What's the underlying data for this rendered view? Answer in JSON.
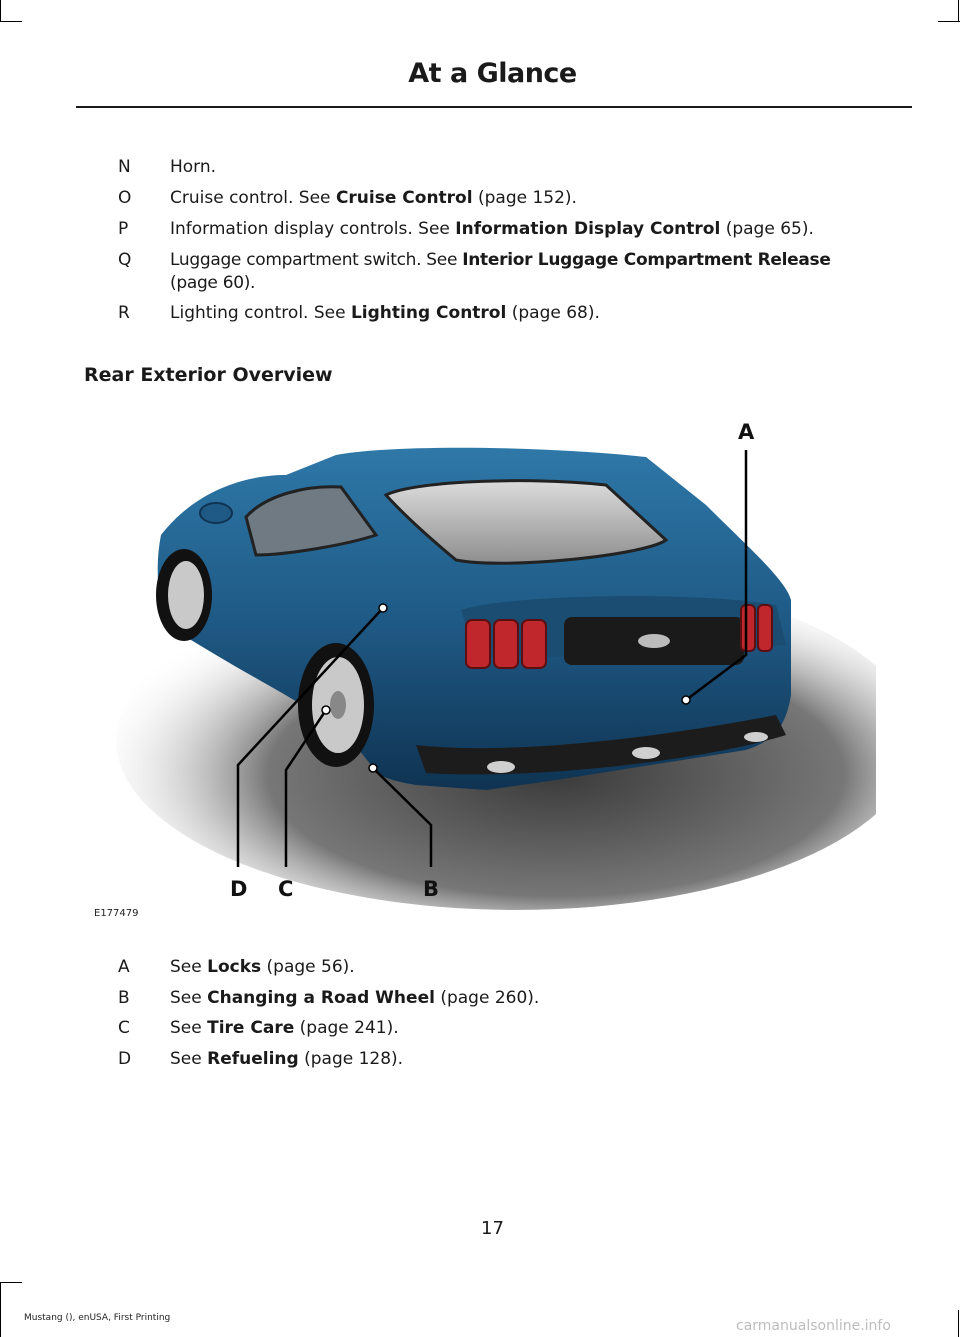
{
  "header": {
    "title": "At a Glance"
  },
  "items_top": [
    {
      "key": "N",
      "pre": "Horn.",
      "link": "",
      "post": ""
    },
    {
      "key": "O",
      "pre": "Cruise control.  See ",
      "link": "Cruise Control",
      "post": " (page 152)."
    },
    {
      "key": "P",
      "pre": "Information display controls.  See ",
      "link": "Information Display Control",
      "post": " (page 65)."
    },
    {
      "key": "Q",
      "pre": "Luggage compartment switch. See ",
      "link": "Interior Luggage Compartment Release",
      "post": "",
      "line2": "(page 60)."
    },
    {
      "key": "R",
      "pre": "Lighting control.  See ",
      "link": "Lighting Control",
      "post": " (page 68)."
    }
  ],
  "section": {
    "title": "Rear Exterior Overview"
  },
  "figure": {
    "code": "E177479",
    "callouts": [
      "A",
      "B",
      "C",
      "D"
    ],
    "colors": {
      "car_body": "#1f5a86",
      "car_dark": "#0f3352",
      "taillight": "#c0272d",
      "callout_line": "#000000"
    }
  },
  "items_bottom": [
    {
      "key": "A",
      "pre": "See ",
      "link": "Locks",
      "post": " (page 56)."
    },
    {
      "key": "B",
      "pre": "See ",
      "link": "Changing a Road Wheel",
      "post": " (page 260)."
    },
    {
      "key": "C",
      "pre": "See ",
      "link": "Tire Care",
      "post": " (page 241)."
    },
    {
      "key": "D",
      "pre": "See ",
      "link": "Refueling",
      "post": " (page 128)."
    }
  ],
  "footer": {
    "page_number": "17",
    "edition": "Mustang (), enUSA, First Printing",
    "watermark": "carmanualsonline.info"
  }
}
